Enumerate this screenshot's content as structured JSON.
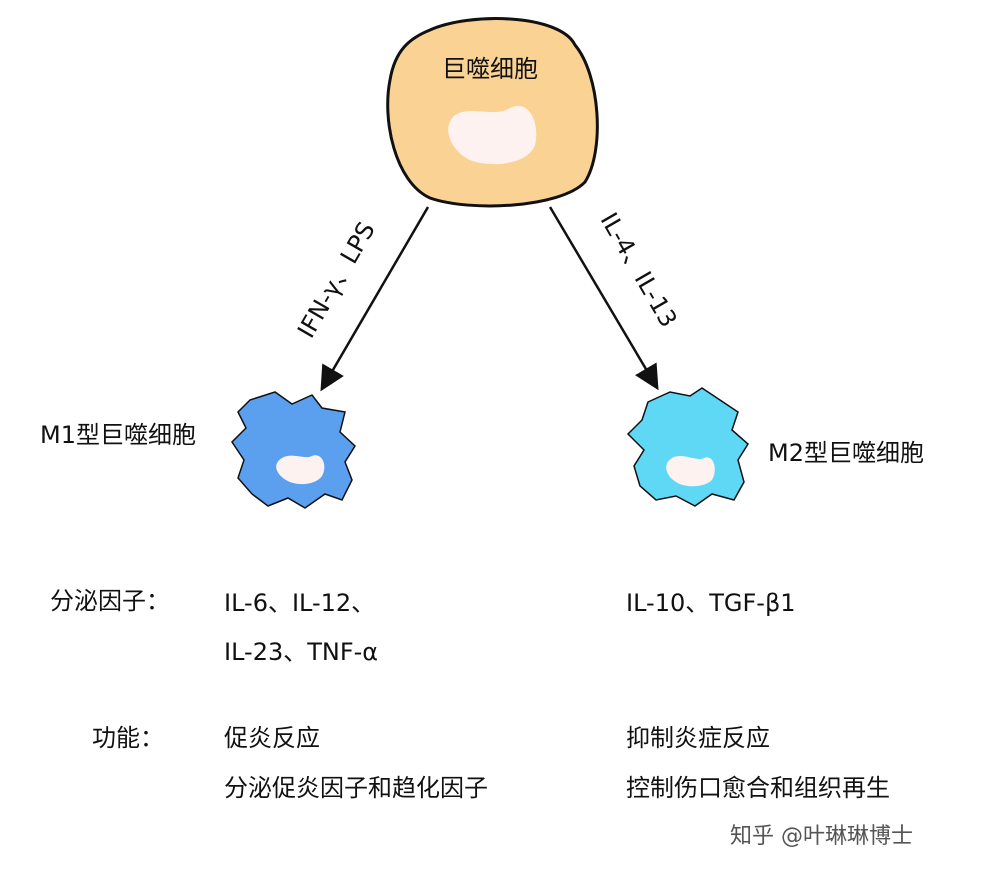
{
  "colors": {
    "macrophage": "#FAD294",
    "m1": "#5B9FEF",
    "m2": "#5ED8F4",
    "nucleus": "#FDF2F0",
    "outline": "#111111"
  },
  "macrophage": {
    "label": "巨噬细胞"
  },
  "arrows": {
    "m1_stimuli": "IFN-γ、LPS",
    "m2_stimuli": "IL-4、IL-13"
  },
  "m1": {
    "label": "M1型巨噬细胞",
    "secreted_line1": "IL-6、IL-12、",
    "secreted_line2": "IL-23、TNF-α",
    "function_line1": "促炎反应",
    "function_line2": "分泌促炎因子和趋化因子"
  },
  "m2": {
    "label": "M2型巨噬细胞",
    "secreted": "IL-10、TGF-β1",
    "function_line1": "抑制炎症反应",
    "function_line2": "控制伤口愈合和组织再生"
  },
  "row_labels": {
    "secreted": "分泌因子：",
    "function": "功能："
  },
  "watermark": "知乎 @叶琳琳博士"
}
